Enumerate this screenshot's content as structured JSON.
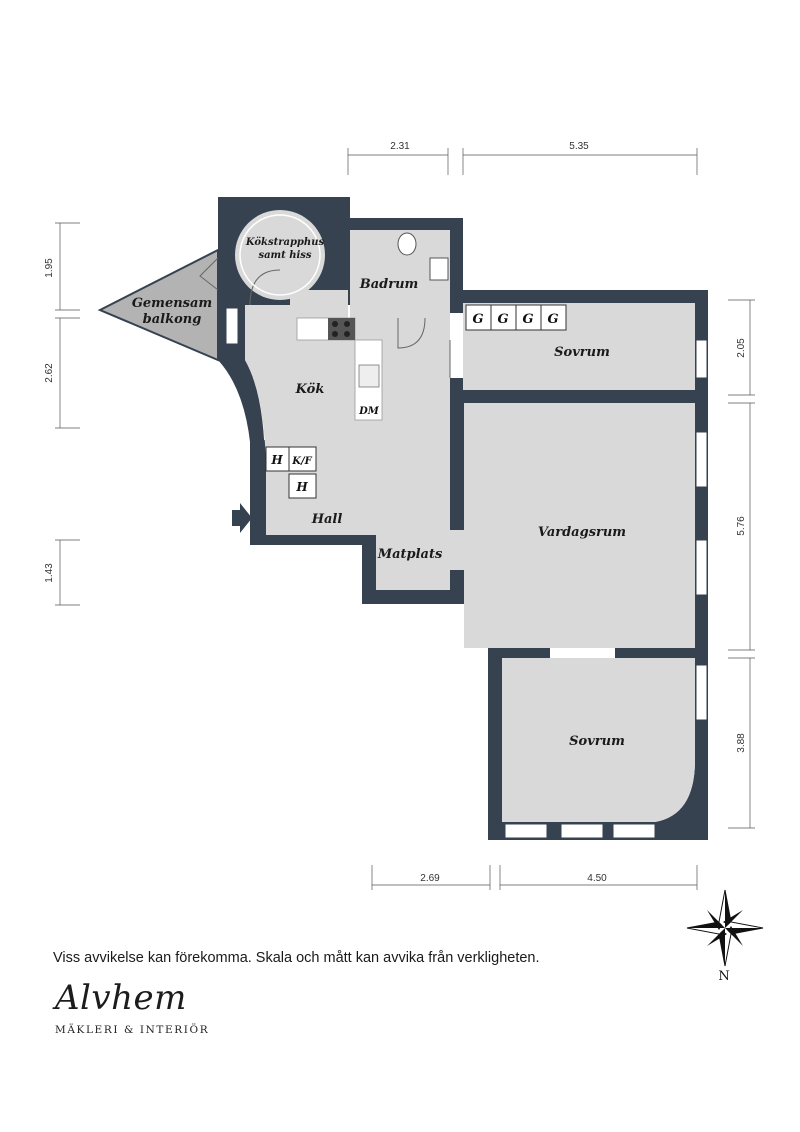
{
  "colors": {
    "wall": "#364250",
    "floor": "#d9d9d9",
    "dimension_line": "#555555"
  },
  "rooms": {
    "kokstrapphus_line1": "Kökstrapphus",
    "kokstrapphus_line2": "samt hiss",
    "badrum": "Badrum",
    "gemensam_line1": "Gemensam",
    "gemensam_line2": "balkong",
    "kok": "Kök",
    "hall": "Hall",
    "matplats": "Matplats",
    "sovrum_top": "Sovrum",
    "vardagsrum": "Vardagsrum",
    "sovrum_bottom": "Sovrum"
  },
  "fixtures": {
    "g_labels": [
      "G",
      "G",
      "G",
      "G"
    ],
    "dm": "DM",
    "h1": "H",
    "kf": "K/F",
    "h2": "H"
  },
  "dimensions": {
    "top_left": "2.31",
    "top_right": "5.35",
    "left_1": "1.95",
    "left_2": "2.62",
    "left_3": "1.43",
    "right_1": "2.05",
    "right_2": "5.76",
    "right_3": "3.88",
    "bottom_left": "2.69",
    "bottom_right": "4.50"
  },
  "compass": {
    "north_label": "N"
  },
  "footer": {
    "disclaimer": "Viss avvikelse kan förekomma. Skala och mått kan avvika från verkligheten.",
    "brand_name": "Alvhem",
    "brand_tagline": "MÄKLERI & INTERIÖR"
  }
}
